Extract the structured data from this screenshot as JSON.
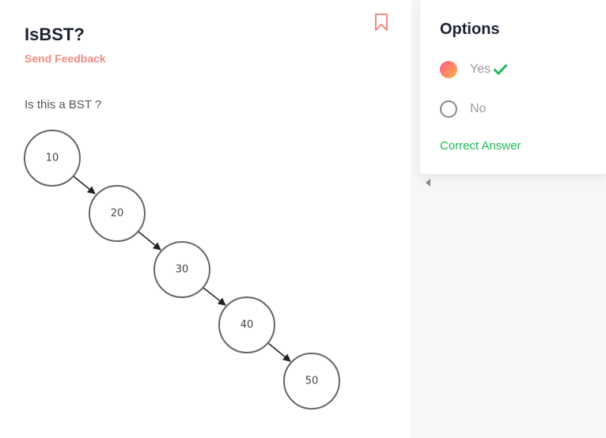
{
  "question": {
    "title": "IsBST?",
    "feedback_label": "Send Feedback",
    "bookmark_icon": "bookmark-icon",
    "text": "Is this a BST ?"
  },
  "tree": {
    "nodes": [
      "10",
      "20",
      "30",
      "40",
      "50"
    ]
  },
  "options": {
    "title": "Options",
    "items": [
      {
        "label": "Yes",
        "selected": true,
        "correct": true
      },
      {
        "label": "No",
        "selected": false,
        "correct": false
      }
    ],
    "result_label": "Correct Answer"
  },
  "colors": {
    "accent": "#f28b82",
    "correct": "#1db954",
    "title": "#1c2233"
  }
}
